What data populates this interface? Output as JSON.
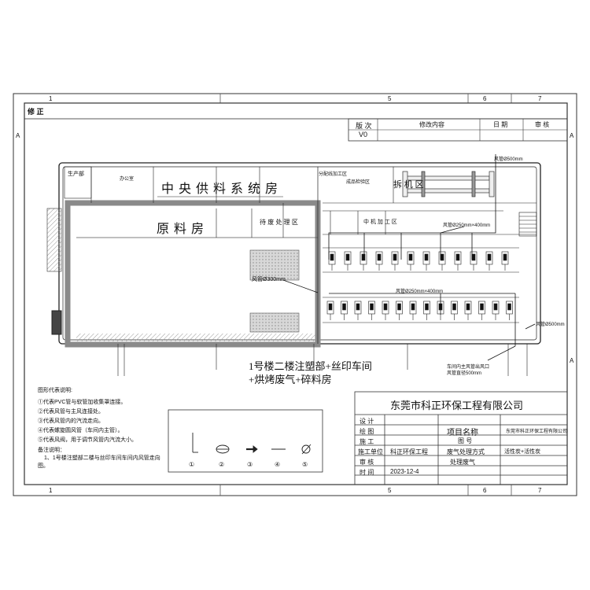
{
  "revision_block": {
    "title": "修 正",
    "headers": [
      "版 次",
      "修改内容",
      "日 期",
      "审 核"
    ],
    "row1": [
      "V0",
      "",
      "",
      ""
    ]
  },
  "grid_marks": {
    "top": [
      "1",
      "5",
      "6",
      "7"
    ],
    "bottom": [
      "1",
      "5",
      "6",
      "7"
    ],
    "side": [
      "A",
      "A",
      "A"
    ]
  },
  "rooms": {
    "central_supply": "中 央 供 料 系 统 房",
    "raw_material": "原 料 房",
    "dismantle_area": "拆 机 区",
    "mid_process": "中 机 加 工 区",
    "waste_area": "待 废 处 理 区",
    "small_label_1": "生产部",
    "small_label_2": "分配线加工区",
    "small_label_3": "成品检验区",
    "small_label_4": "办公室"
  },
  "annotations": {
    "duct_300": "风管Ø300mm",
    "duct_250_1": "风管Ø250mm×400mm",
    "duct_250_2": "风管Ø250mm×400mm",
    "duct_500_top": "风管Ø500mm",
    "duct_500_right": "风管Ø500mm",
    "outlet_note_1": "车间内主风管出风口",
    "outlet_note_2": "风管直径500mm"
  },
  "plan_title": {
    "line1": "1号楼二楼注塑部+丝印车间",
    "line2": "+烘烤废气+碎料房"
  },
  "legend": {
    "title": "图形代表说明:",
    "items": [
      "①代表PVC管与软管加收集罩连接。",
      "②代表风管与主风连接处。",
      "③代表风管内的汽流走向。",
      "④代表螺旋圆风管（车间内主管）。",
      "⑤代表风阀，用于调节风管内汽流大小。"
    ],
    "note_title": "备注说明：",
    "notes": [
      "1、1号楼注塑部二楼与丝印车间车间内风管走向",
      "图。"
    ],
    "symbol_numbers": [
      "①",
      "②",
      "③",
      "④",
      "⑤"
    ]
  },
  "title_block": {
    "company": "东莞市科正环保工程有限公司",
    "project_name_label": "项目名称",
    "project_name_value": "东莞市科正环保工程有限公司",
    "drawing_no_label": "图 号",
    "rows": [
      {
        "label": "设 计",
        "value": ""
      },
      {
        "label": "绘 图",
        "value": ""
      },
      {
        "label": "施 工",
        "value": ""
      },
      {
        "label": "施工单位",
        "value": "科正环保工程"
      },
      {
        "label": "审 核",
        "value": ""
      },
      {
        "label": "时 间",
        "value": "2023-12-4"
      }
    ],
    "method_label": "废气处理方式",
    "method_value": "活性炭+活性炭",
    "treatment_label": "处理废气"
  },
  "colors": {
    "line": "#222222",
    "wall": "#8a8a8a",
    "hatch": "#bdbdbd",
    "grey_block": "#9c9c9c"
  }
}
